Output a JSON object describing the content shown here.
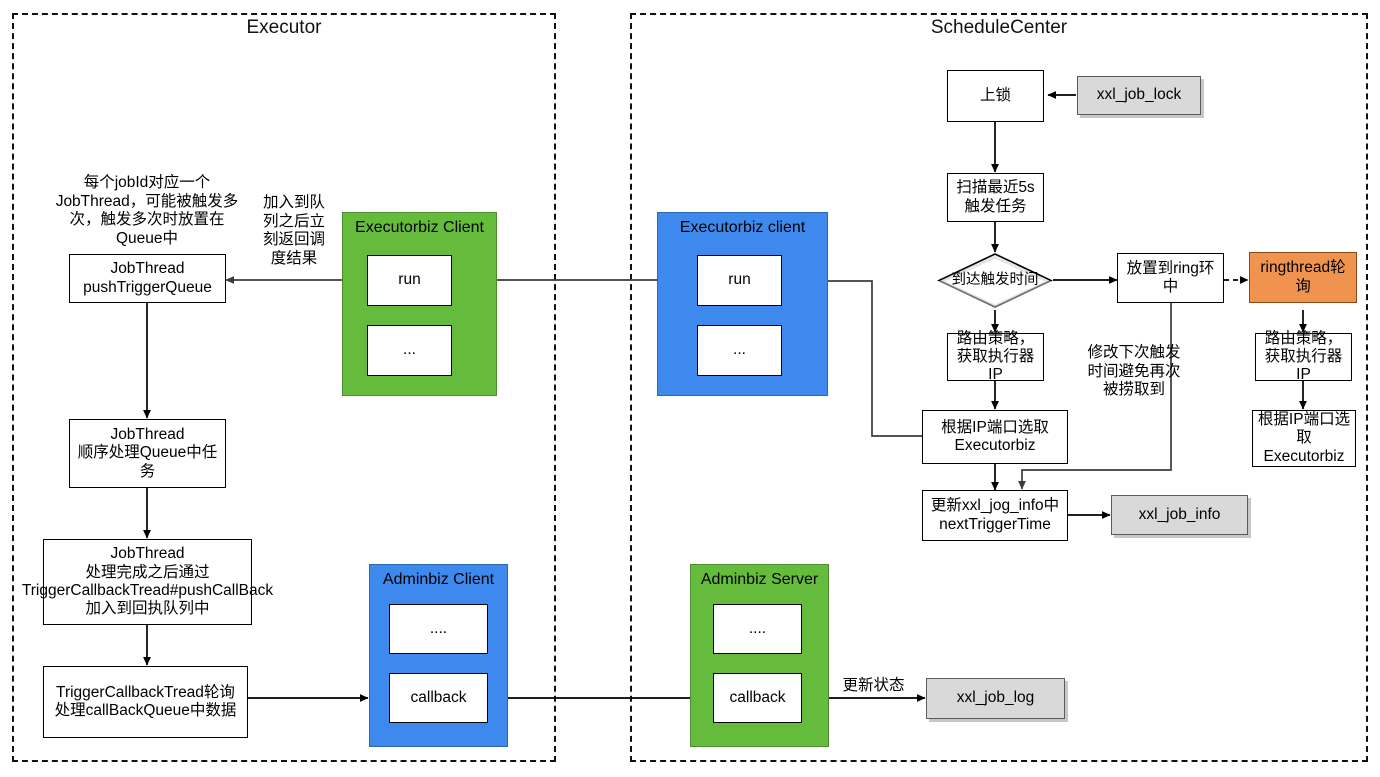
{
  "panels": [
    {
      "title": "Executor"
    },
    {
      "title": "ScheduleCenter"
    }
  ],
  "notes": {
    "jobthread_note": "每个jobId对应一个JobThread，可能被触发多次，触发多次时放置在Queue中",
    "queue_return_note": "加入到队列之后立刻返回调度结果",
    "modify_next_trigger_note": "修改下次触发时间避免再次被捞取到",
    "update_status_note": "更新状态"
  },
  "executor": {
    "push_trigger_queue": "JobThread\npushTriggerQueue",
    "process_queue": "JobThread\n顺序处理Queue中任务",
    "push_callback": "JobThread\n处理完成之后通过TriggerCallbackTread#pushCallBack加入到回执队列中",
    "poll_callback": "TriggerCallbackTread轮询处理callBackQueue中数据",
    "executorbiz_client": {
      "label": "Executorbiz Client",
      "slots": [
        "run",
        "..."
      ]
    },
    "adminbiz_client": {
      "label": "Adminbiz Client",
      "slots": [
        "....",
        "callback"
      ]
    }
  },
  "schedulecenter": {
    "executorbiz_client": {
      "label": "Executorbiz  client",
      "slots": [
        "run",
        "..."
      ]
    },
    "adminbiz_server": {
      "label": "Adminbiz Server",
      "slots": [
        "....",
        "callback"
      ]
    },
    "lock": "上锁",
    "scan": "扫描最近5s触发任务",
    "decision": "到达触发时间",
    "route_left": "路由策略，获取执行器IP",
    "pick_executor_left": "根据IP端口选取Executorbiz",
    "update_next_trigger": "更新xxl_jog_info中nextTriggerTime",
    "place_ring": "放置到ring环中",
    "ringthread": "ringthread轮询",
    "route_right": "路由策略，获取执行器IP",
    "pick_executor_right": "根据IP端口选取Executorbiz"
  },
  "stores": {
    "xxl_job_lock": "xxl_job_lock",
    "xxl_job_info": "xxl_job_info",
    "xxl_job_log": "xxl_job_log"
  },
  "colors": {
    "green": "#65bc3c",
    "blue": "#3d89ee",
    "orange": "#f0934e",
    "store_gray": "#d9d9d9",
    "line": "#3b3b3b"
  }
}
